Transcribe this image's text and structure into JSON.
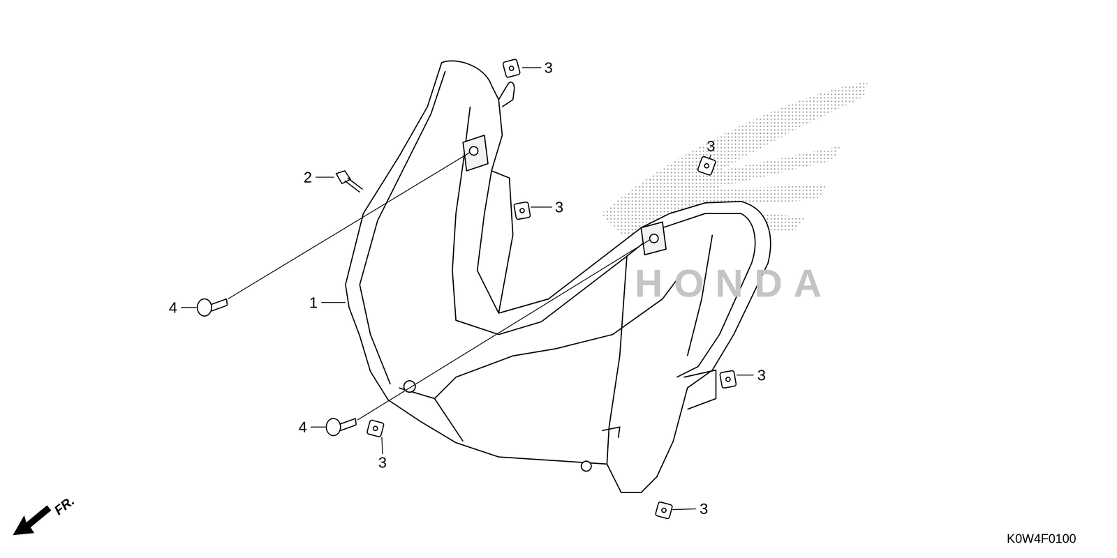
{
  "diagram": {
    "labels": [
      "3",
      "2",
      "3",
      "3",
      "1",
      "4",
      "3",
      "4",
      "3",
      "3",
      "FR.",
      "K0W4F0100",
      "HONDA"
    ]
  }
}
